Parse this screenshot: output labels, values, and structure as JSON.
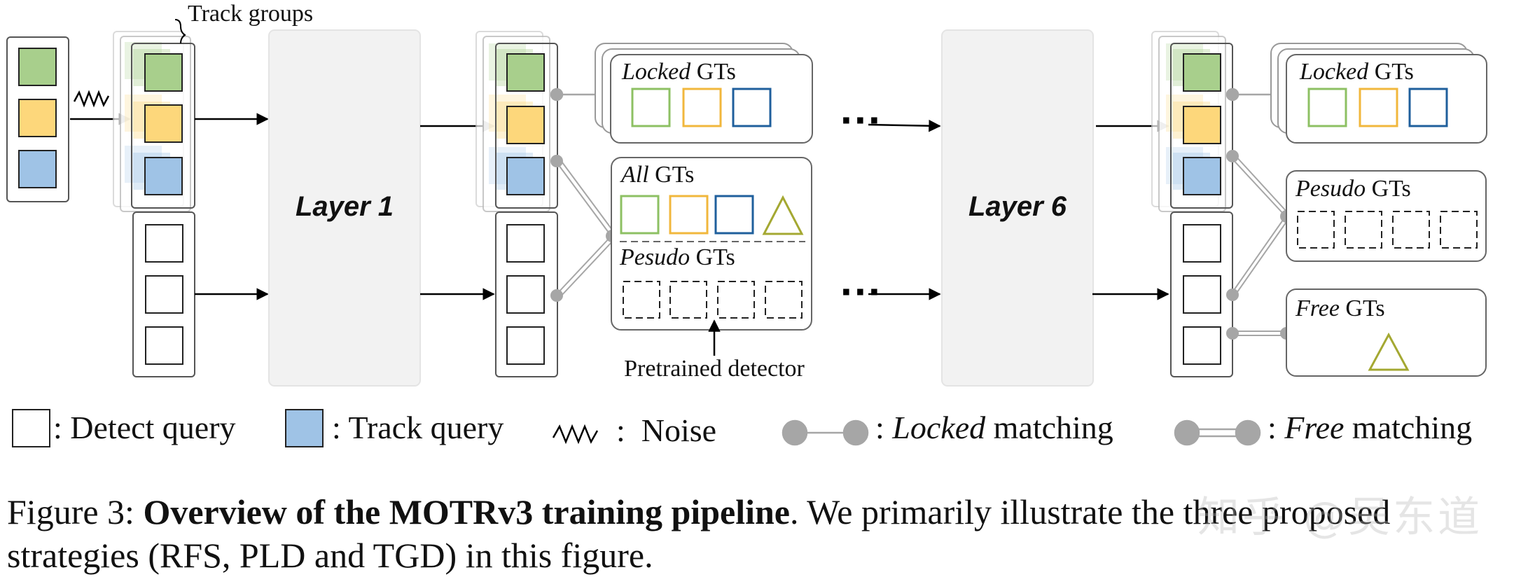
{
  "labels": {
    "track_groups": "Track groups",
    "layer1": "Layer 1",
    "layer6": "Layer 6",
    "locked_word": "Locked",
    "gts_word": "GTs",
    "all_word": "All",
    "pesudo_word": "Pesudo",
    "free_word": "Free",
    "pretrained_detector": "Pretrained detector",
    "ellipsis": "···"
  },
  "legend": {
    "detect_query": ": Detect query",
    "track_query": ": Track query",
    "noise": ":  Noise",
    "locked_colon": ": ",
    "locked_word": "Locked",
    "locked_rest": " matching",
    "free_colon": ": ",
    "free_word": "Free",
    "free_rest": " matching"
  },
  "caption": {
    "prefix": "Figure 3: ",
    "bold": "Overview of the MOTRv3 training pipeline",
    "rest": ". We primarily illustrate the three proposed strategies (RFS, PLD and TGD) in this figure."
  },
  "watermark": "知乎 @吴东道",
  "colors": {
    "green": "#a8cf8c",
    "green_border": "#8dc063",
    "yellow": "#fdd77b",
    "yellow_border": "#f1b73c",
    "blue": "#9fc3e6",
    "blue_border": "#1f5f9c",
    "olive": "#a4a832",
    "layer_fill": "#f2f2f2",
    "connector": "#a6a6a6"
  }
}
